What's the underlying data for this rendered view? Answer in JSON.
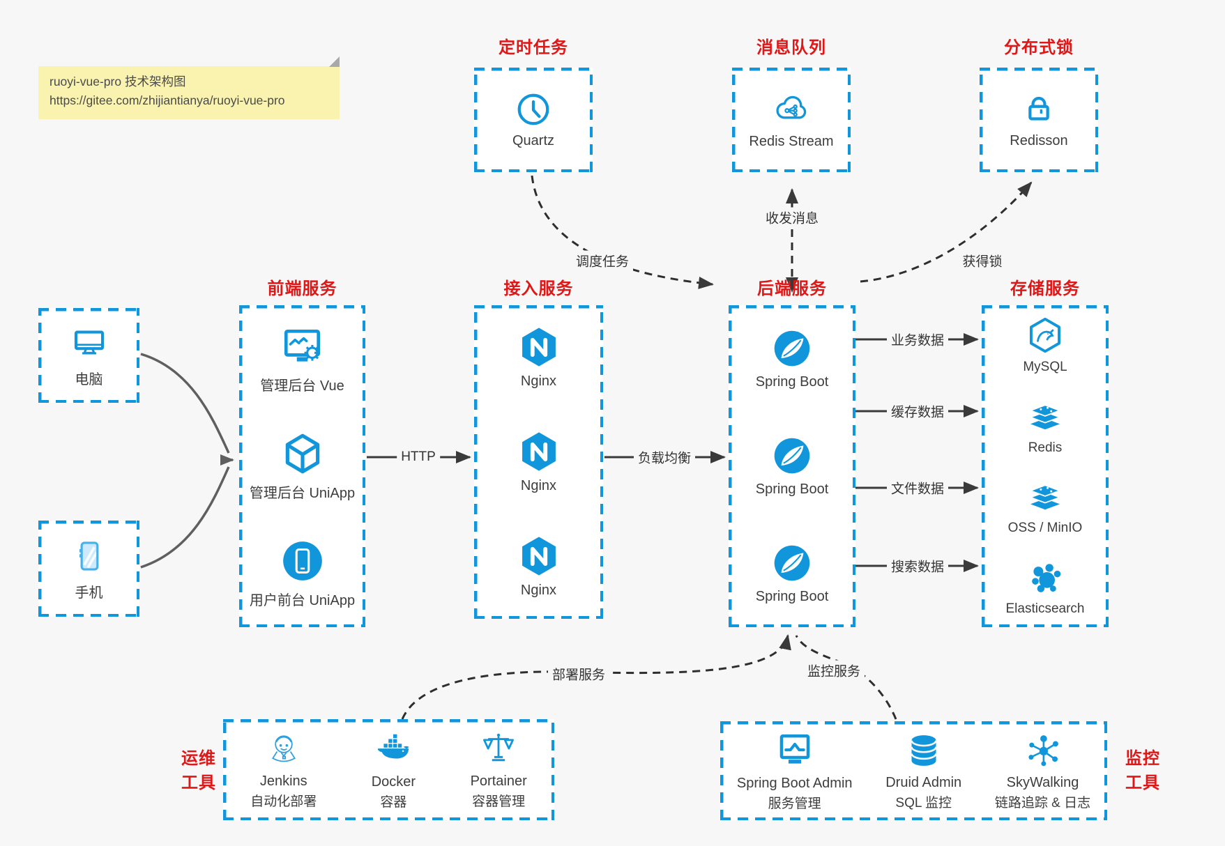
{
  "colors": {
    "blue": "#1296db",
    "red": "#e01717",
    "arrow_dark": "#3a3a3a",
    "note_bg": "#faf3b0"
  },
  "note": {
    "line1": "ruoyi-vue-pro 技术架构图",
    "line2": "https://gitee.com/zhijiantianya/ruoyi-vue-pro"
  },
  "top": {
    "scheduler": {
      "title": "定时任务",
      "item": "Quartz"
    },
    "mq": {
      "title": "消息队列",
      "item": "Redis Stream"
    },
    "lock": {
      "title": "分布式锁",
      "item": "Redisson"
    }
  },
  "clients": {
    "pc": "电脑",
    "mobile": "手机"
  },
  "frontend": {
    "title": "前端服务",
    "items": [
      {
        "label": "管理后台 Vue"
      },
      {
        "label": "管理后台 UniApp"
      },
      {
        "label": "用户前台 UniApp"
      }
    ]
  },
  "gateway": {
    "title": "接入服务",
    "items": [
      {
        "label": "Nginx"
      },
      {
        "label": "Nginx"
      },
      {
        "label": "Nginx"
      }
    ]
  },
  "backend": {
    "title": "后端服务",
    "items": [
      {
        "label": "Spring Boot"
      },
      {
        "label": "Spring Boot"
      },
      {
        "label": "Spring Boot"
      }
    ]
  },
  "storage": {
    "title": "存储服务",
    "items": [
      {
        "label": "MySQL"
      },
      {
        "label": "Redis"
      },
      {
        "label": "OSS / MinIO"
      },
      {
        "label": "Elasticsearch"
      }
    ]
  },
  "ops": {
    "title_line1": "运维",
    "title_line2": "工具",
    "items": [
      {
        "name": "Jenkins",
        "desc": "自动化部署"
      },
      {
        "name": "Docker",
        "desc": "容器"
      },
      {
        "name": "Portainer",
        "desc": "容器管理"
      }
    ]
  },
  "monitoring": {
    "title_line1": "监控",
    "title_line2": "工具",
    "items": [
      {
        "name": "Spring Boot Admin",
        "desc": "服务管理"
      },
      {
        "name": "Druid Admin",
        "desc": "SQL 监控"
      },
      {
        "name": "SkyWalking",
        "desc": "链路追踪 & 日志"
      }
    ]
  },
  "edges": {
    "http": "HTTP",
    "load_balance": "负载均衡",
    "schedule_task": "调度任务",
    "send_receive_msg": "收发消息",
    "acquire_lock": "获得锁",
    "biz_data": "业务数据",
    "cache_data": "缓存数据",
    "file_data": "文件数据",
    "search_data": "搜索数据",
    "deploy_service": "部署服务",
    "monitor_service": "监控服务"
  }
}
